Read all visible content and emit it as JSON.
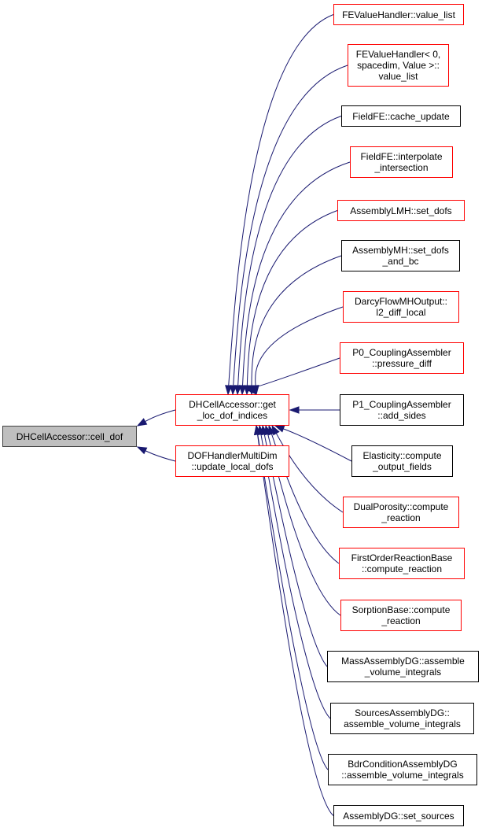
{
  "colors": {
    "edge": "#191970",
    "red_border": "#ff0000",
    "black_border": "#000000",
    "root_fill": "#bfbfbf"
  },
  "root": {
    "label": "DHCellAccessor::cell_dof"
  },
  "middle": [
    {
      "label": "DHCellAccessor::get\n_loc_dof_indices",
      "truncated": true
    },
    {
      "label": "DOFHandlerMultiDim\n::update_local_dofs",
      "truncated": true
    }
  ],
  "callers": [
    {
      "label": "FEValueHandler::value_list",
      "truncated": true
    },
    {
      "label": "FEValueHandler< 0,\nspacedim, Value >::\nvalue_list",
      "truncated": true
    },
    {
      "label": "FieldFE::cache_update",
      "truncated": false
    },
    {
      "label": "FieldFE::interpolate\n_intersection",
      "truncated": true
    },
    {
      "label": "AssemblyLMH::set_dofs",
      "truncated": true
    },
    {
      "label": "AssemblyMH::set_dofs\n_and_bc",
      "truncated": false
    },
    {
      "label": "DarcyFlowMHOutput::\nl2_diff_local",
      "truncated": true
    },
    {
      "label": "P0_CouplingAssembler\n::pressure_diff",
      "truncated": true
    },
    {
      "label": "P1_CouplingAssembler\n::add_sides",
      "truncated": false
    },
    {
      "label": "Elasticity::compute\n_output_fields",
      "truncated": false
    },
    {
      "label": "DualPorosity::compute\n_reaction",
      "truncated": true
    },
    {
      "label": "FirstOrderReactionBase\n::compute_reaction",
      "truncated": true
    },
    {
      "label": "SorptionBase::compute\n_reaction",
      "truncated": true
    },
    {
      "label": "MassAssemblyDG::assemble\n_volume_integrals",
      "truncated": false
    },
    {
      "label": "SourcesAssemblyDG::\nassemble_volume_integrals",
      "truncated": false
    },
    {
      "label": "BdrConditionAssemblyDG\n::assemble_volume_integrals",
      "truncated": false
    },
    {
      "label": "AssemblyDG::set_sources",
      "truncated": false
    }
  ]
}
